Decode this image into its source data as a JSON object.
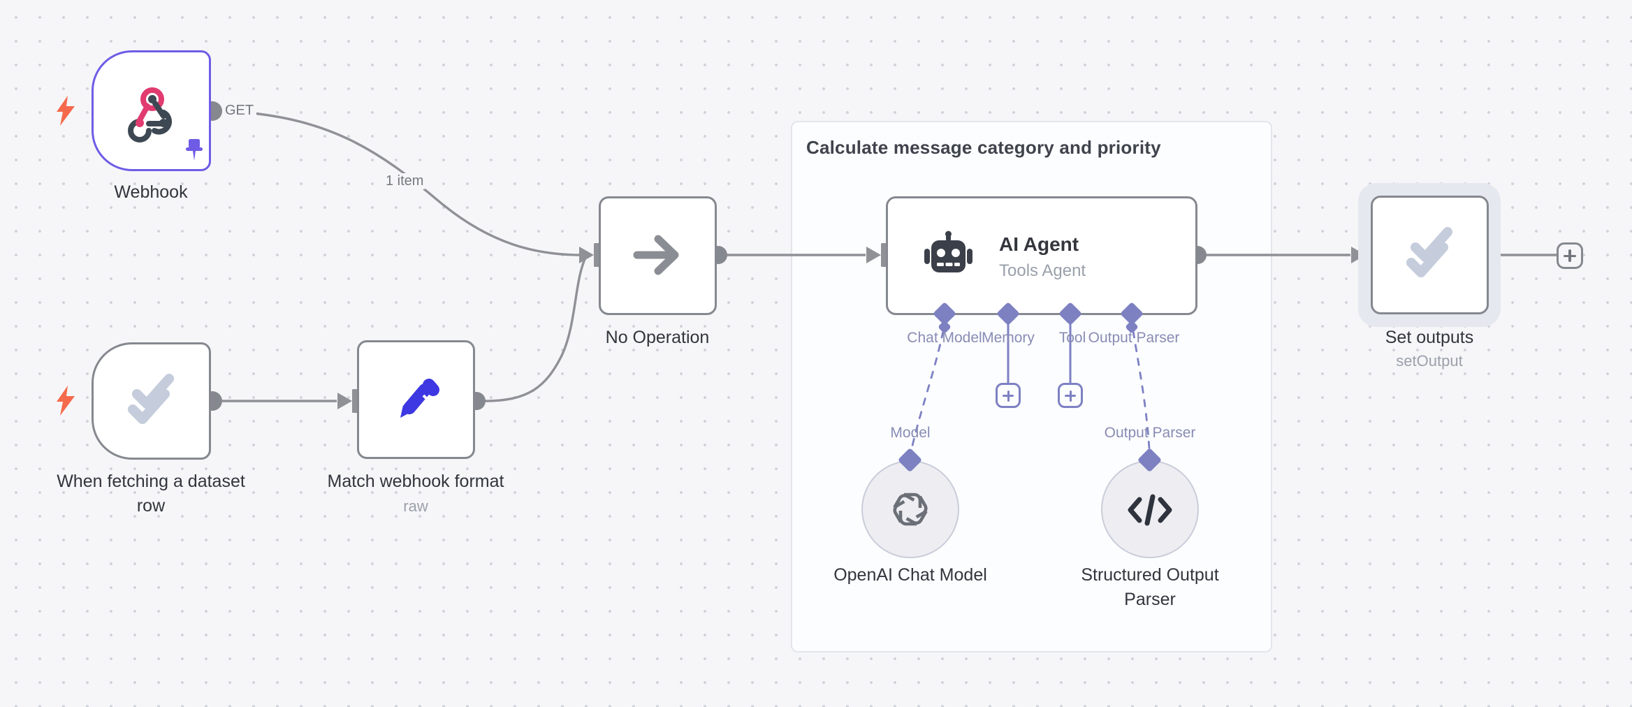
{
  "canvas": {
    "background": "#f6f6f8",
    "grid_dot_color": "#d2d4db"
  },
  "colors": {
    "node_border": "#85888f",
    "selected_node_border": "#6e5ce6",
    "connection_gray": "#8f9196",
    "connector_purple": "#7d81c2",
    "port_label": "#888cb3",
    "label_dark": "#32353c",
    "label_muted": "#9ba0ab",
    "trigger_bolt_orange": "#f5694d",
    "pencil_blue": "#3d38e1",
    "webhook_pink": "#e13b70",
    "webhook_dark": "#3d4853",
    "check_icon_gray": "#c5ccdb",
    "halo_gray": "#e6e8f0"
  },
  "group": {
    "title": "Calculate message category and priority"
  },
  "nodes": {
    "webhook": {
      "label": "Webhook",
      "method": "GET"
    },
    "dataset_trigger": {
      "label": "When fetching a dataset row"
    },
    "match_format": {
      "label": "Match webhook format",
      "subtitle": "raw"
    },
    "no_operation": {
      "label": "No Operation"
    },
    "ai_agent": {
      "label": "AI Agent",
      "subtitle": "Tools Agent",
      "ports": {
        "chat_model": "Chat Model",
        "memory": "Memory",
        "tool": "Tool",
        "output_parser": "Output Parser"
      }
    },
    "openai_chat_model": {
      "label": "OpenAI Chat Model",
      "input_label": "Model"
    },
    "structured_output_parser": {
      "label": "Structured Output Parser",
      "input_label": "Output Parser"
    },
    "set_outputs": {
      "label": "Set outputs",
      "subtitle": "setOutput"
    }
  },
  "connections": {
    "webhook_to_no_operation": {
      "items_label": "1 item"
    }
  }
}
